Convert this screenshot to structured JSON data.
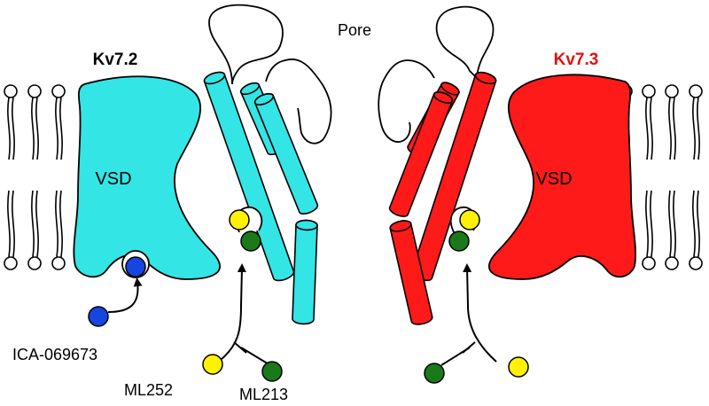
{
  "left_subunit": {
    "title": "Kv7.2",
    "domain_label": "VSD",
    "color": "#33E5E5",
    "title_color": "#000000"
  },
  "right_subunit": {
    "title": "Kv7.3",
    "domain_label": "VSD",
    "color": "#FF1A1A",
    "title_color": "#E01010"
  },
  "pore_label": "Pore",
  "compounds": {
    "vsd_opener": {
      "label": "ICA-069673",
      "color": "#1646E0"
    },
    "pore_opener_1": {
      "label": "ML252",
      "color": "#FFF200"
    },
    "pore_opener_2": {
      "label": "ML213",
      "color": "#1A7A1A"
    }
  },
  "membrane_color": "#000000"
}
